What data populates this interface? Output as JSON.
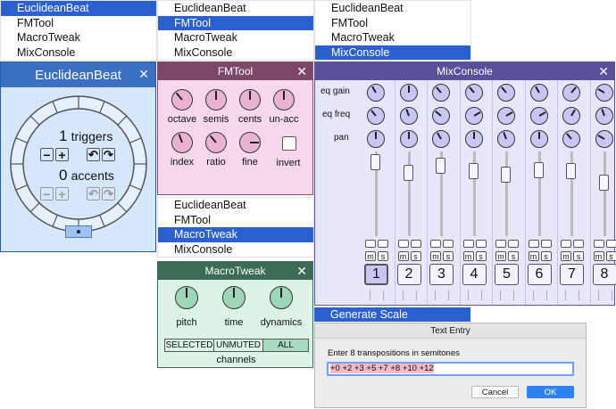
{
  "menu_items": [
    "EuclideanBeat",
    "FMTool",
    "MacroTweak",
    "MixConsole"
  ],
  "menus": [
    {
      "selected": 0
    },
    {
      "selected": 1
    },
    {
      "selected": 3
    },
    {
      "selected": 2
    }
  ],
  "euclidean": {
    "title": "EuclideanBeat",
    "triggers_count": "1",
    "triggers_label": "triggers",
    "accents_count": "0",
    "accents_label": "accents",
    "minus": "−",
    "plus": "+",
    "rotate_left": "↶",
    "rotate_right": "↷",
    "accent_color": "#d6e6fb"
  },
  "fmtool": {
    "title": "FMTool",
    "knobs": [
      "octave",
      "semis",
      "cents",
      "un-acc",
      "index",
      "ratio",
      "fine"
    ],
    "invert_label": "invert",
    "accent_color": "#f7d7ec"
  },
  "macrotweak": {
    "title": "MacroTweak",
    "knobs": [
      "pitch",
      "time",
      "dynamics"
    ],
    "modes": [
      "SELECTED",
      "UNMUTED",
      "ALL"
    ],
    "active_mode": "ALL",
    "channels_label": "channels",
    "accent_color": "#dcf3e6"
  },
  "mixconsole": {
    "title": "MixConsole",
    "row_labels": [
      "eq gain",
      "eq freq",
      "pan"
    ],
    "channels": [
      "1",
      "2",
      "3",
      "4",
      "5",
      "6",
      "7",
      "8"
    ],
    "selected_channel": "1",
    "mute_label": "m",
    "solo_label": "s",
    "accent_color": "#e8e6fb"
  },
  "generate_scale": {
    "label": "Generate Scale"
  },
  "text_entry": {
    "title": "Text Entry",
    "prompt": "Enter 8 transpositions in semitones",
    "value": "+0 +2 +3 +5 +7 +8 +10 +12",
    "cancel": "Cancel",
    "ok": "OK"
  }
}
